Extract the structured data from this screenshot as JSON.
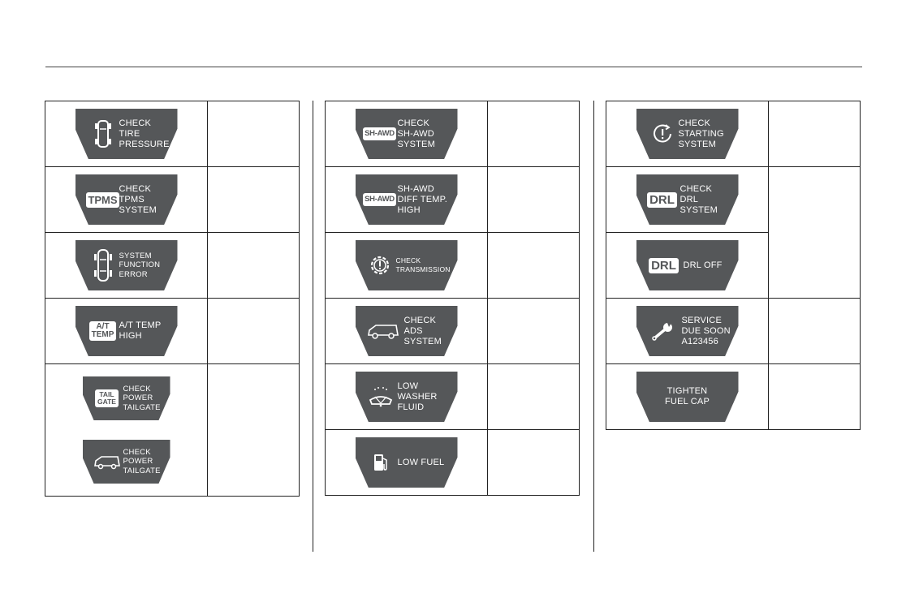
{
  "columns": [
    {
      "rows": [
        {
          "messages": [
            {
              "icon": "tire-car-top-icon",
              "lines": "CHECK TIRE\nPRESSURE"
            }
          ]
        },
        {
          "messages": [
            {
              "icon": "tpms-icon",
              "tag": "TPMS",
              "lines": "CHECK\nTPMS\nSYSTEM"
            }
          ]
        },
        {
          "messages": [
            {
              "icon": "car-top-view-icon",
              "lines": "SYSTEM\nFUNCTION\nERROR"
            }
          ]
        },
        {
          "messages": [
            {
              "icon": "at-temp-icon",
              "tag_top": "A/T",
              "tag_bottom": "TEMP",
              "lines": "A/T TEMP\nHIGH"
            }
          ]
        },
        {
          "messages": [
            {
              "icon": "tailgate-icon",
              "tag_top": "TAIL",
              "tag_bottom": "GATE",
              "lines": "CHECK\nPOWER\nTAILGATE"
            },
            {
              "icon": "suv-side-icon",
              "lines": "CHECK\nPOWER\nTAILGATE"
            }
          ]
        }
      ]
    },
    {
      "rows": [
        {
          "messages": [
            {
              "icon": "sh-awd-icon",
              "tag": "SH-AWD",
              "lines": "CHECK\nSH-AWD\nSYSTEM"
            }
          ]
        },
        {
          "messages": [
            {
              "icon": "sh-awd-icon",
              "tag": "SH-AWD",
              "lines": "SH-AWD\nDIFF TEMP.\nHIGH"
            }
          ]
        },
        {
          "messages": [
            {
              "icon": "gear-warning-icon",
              "lines": "CHECK\nTRANSMISSION"
            }
          ]
        },
        {
          "messages": [
            {
              "icon": "suv-side-icon",
              "lines": "CHECK\nADS\nSYSTEM"
            }
          ]
        },
        {
          "messages": [
            {
              "icon": "washer-icon",
              "lines": "LOW\nWASHER\nFLUID"
            }
          ]
        },
        {
          "messages": [
            {
              "icon": "fuel-pump-icon",
              "lines": "LOW FUEL"
            }
          ]
        }
      ]
    },
    {
      "rows": [
        {
          "messages": [
            {
              "icon": "starting-system-icon",
              "lines": "CHECK\nSTARTING\nSYSTEM"
            }
          ]
        },
        {
          "messages": [
            {
              "icon": "drl-icon",
              "tag": "DRL",
              "lines": "CHECK\nDRL\nSYSTEM"
            }
          ]
        },
        {
          "messages": [
            {
              "icon": "drl-icon",
              "tag": "DRL",
              "lines": "DRL OFF"
            }
          ]
        },
        {
          "messages": [
            {
              "icon": "wrench-icon",
              "lines": "SERVICE\nDUE SOON\nA123456"
            }
          ]
        },
        {
          "messages": [
            {
              "icon": "none",
              "lines": "TIGHTEN\nFUEL CAP"
            }
          ]
        }
      ]
    }
  ],
  "colors": {
    "badge": "#555759",
    "rule": "#222222"
  }
}
